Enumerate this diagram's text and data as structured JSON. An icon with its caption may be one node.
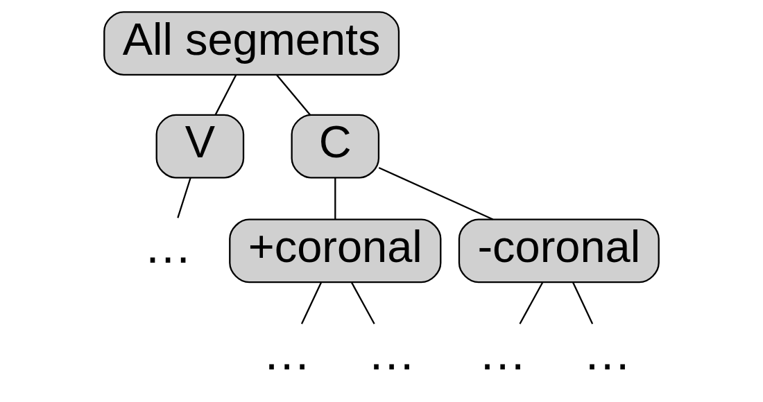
{
  "diagram": {
    "nodes": [
      {
        "text": [
          "All segments"
        ]
      },
      {
        "text": [
          "V"
        ]
      },
      {
        "text": [
          "C"
        ]
      },
      {
        "text": [
          "…"
        ]
      },
      {
        "text": [
          "+coronal"
        ]
      },
      {
        "text": [
          "-coronal"
        ]
      },
      {
        "text": [
          "…"
        ]
      },
      {
        "text": [
          "…"
        ]
      },
      {
        "text": [
          "…"
        ]
      },
      {
        "text": [
          "…"
        ]
      }
    ],
    "edges": [
      {
        "from": 0,
        "to": 1,
        "arrow": "none"
      },
      {
        "from": 0,
        "to": 2,
        "arrow": "none"
      },
      {
        "from": 1,
        "to": 3,
        "arrow": "none"
      },
      {
        "from": 2,
        "to": 4,
        "arrow": "none"
      },
      {
        "from": 2,
        "to": 5,
        "arrow": "none"
      },
      {
        "from": 4,
        "to": 6,
        "arrow": "none"
      },
      {
        "from": 4,
        "to": 7,
        "arrow": "none"
      },
      {
        "from": 5,
        "to": 8,
        "arrow": "none"
      },
      {
        "from": 5,
        "to": 9,
        "arrow": "none"
      }
    ]
  }
}
